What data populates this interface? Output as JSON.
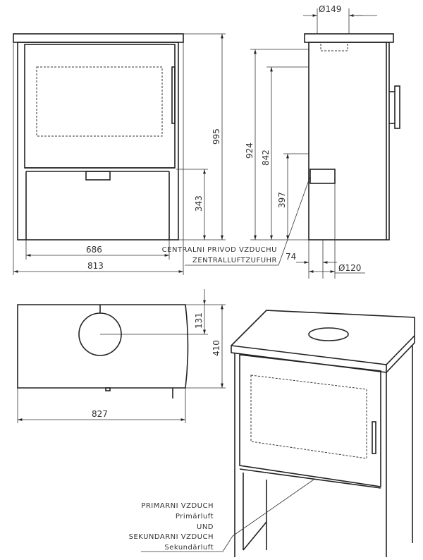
{
  "dimensions": {
    "front_width_inner": "686",
    "front_width_total": "813",
    "front_leg_height": "343",
    "front_total_height": "995",
    "side_flue_diameter": "Ø149",
    "side_height_924": "924",
    "side_height_842": "842",
    "side_height_397": "397",
    "side_offset_74": "74",
    "side_intake_diameter": "Ø120",
    "top_offset_131": "131",
    "top_depth": "410",
    "top_width": "827"
  },
  "labels": {
    "central_air_cz": "CENTRALNI PRIVOD VZDUCHU",
    "central_air_de": "ZENTRALLUFTZUFUHR",
    "primary_cz": "PRIMARNI VZDUCH",
    "primary_de": "Primärluft",
    "und": "UND",
    "secondary_cz": "SEKUNDARNI VZDUCH",
    "secondary_de": "Sekundärluft"
  }
}
